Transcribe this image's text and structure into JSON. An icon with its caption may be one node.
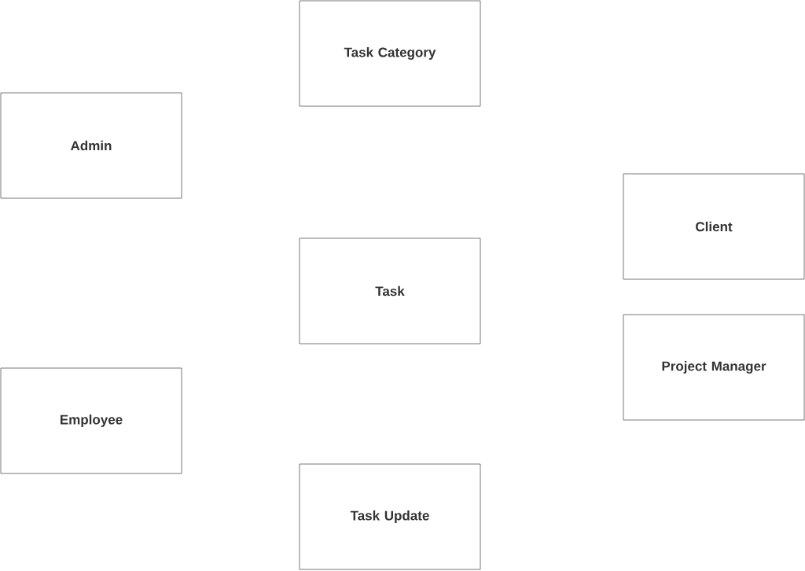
{
  "diagram": {
    "nodes": [
      {
        "text": [
          "Task Category"
        ]
      },
      {
        "text": [
          "Admin"
        ]
      },
      {
        "text": [
          "Client"
        ]
      },
      {
        "text": [
          "Task"
        ]
      },
      {
        "text": [
          "Project Manager"
        ]
      },
      {
        "text": [
          "Employee"
        ]
      },
      {
        "text": [
          "Task Update"
        ]
      }
    ]
  }
}
